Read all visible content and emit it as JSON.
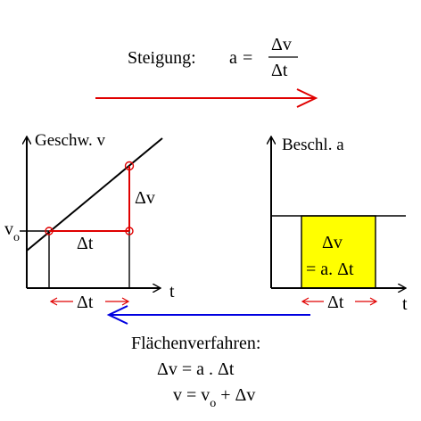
{
  "slope": {
    "label": "Steigung:",
    "lhs": "a",
    "equals": "=",
    "numerator": "Δv",
    "denominator": "Δt"
  },
  "velocity_graph": {
    "y_label": "Geschw. v",
    "x_label": "t",
    "v0_label": "v",
    "v0_subscript": "o",
    "delta_v": "Δv",
    "delta_t_inside": "Δt",
    "delta_t_below": "Δt"
  },
  "acceleration_graph": {
    "y_label": "Beschl. a",
    "x_label": "t",
    "area_line1": "Δv",
    "area_line2": "= a. Δt",
    "delta_t_below": "Δt"
  },
  "area_method": {
    "title": "Flächenverfahren:",
    "eq1": "Δv = a . Δt",
    "eq2_lhs": "v  = v",
    "eq2_sub": "o",
    "eq2_rhs": " +  Δv"
  },
  "colors": {
    "axis": "#000000",
    "red": "#e00000",
    "blue": "#0000e0",
    "area_fill": "#ffff00"
  }
}
